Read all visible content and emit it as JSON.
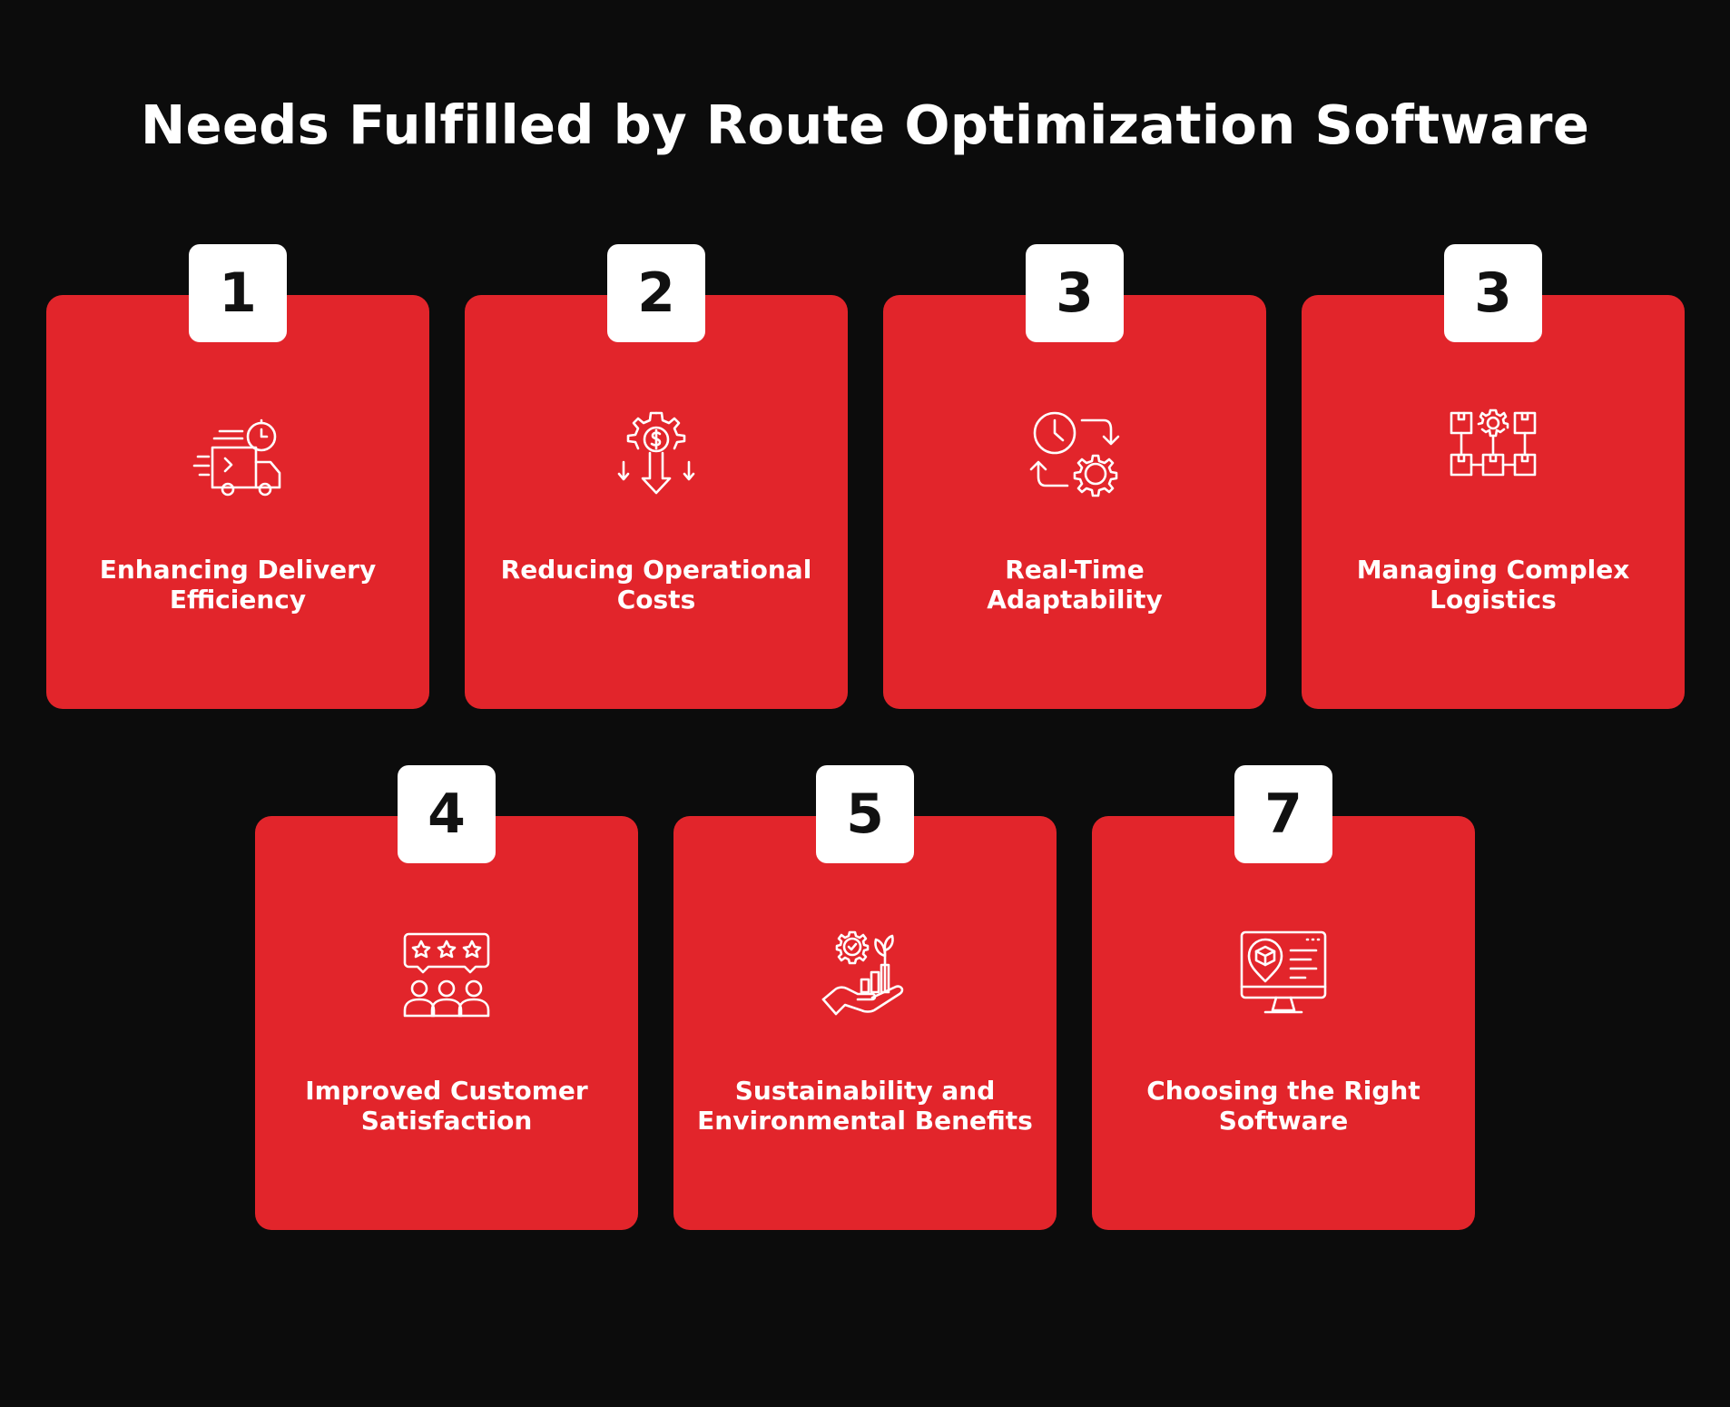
{
  "page": {
    "title": "Needs Fulfilled by Route Optimization Software"
  },
  "colors": {
    "background": "#0c0c0c",
    "card": "#e2252b",
    "badge": "#ffffff",
    "text": "#ffffff",
    "badge_text": "#111111"
  },
  "cards": [
    {
      "number": "1",
      "line1": "Enhancing Delivery",
      "line2": "Efficiency",
      "icon": "delivery-truck-clock-icon"
    },
    {
      "number": "2",
      "line1": "Reducing Operational",
      "line2": "Costs",
      "icon": "gear-dollar-down-icon"
    },
    {
      "number": "3",
      "line1": "Real-Time",
      "line2": "Adaptability",
      "icon": "clock-gear-cycle-icon"
    },
    {
      "number": "3",
      "line1": "Managing Complex",
      "line2": "Logistics",
      "icon": "logistics-network-icon"
    },
    {
      "number": "4",
      "line1": "Improved Customer",
      "line2": "Satisfaction",
      "icon": "customer-rating-icon"
    },
    {
      "number": "5",
      "line1": "Sustainability and",
      "line2": "Environmental Benefits",
      "icon": "hand-growth-icon"
    },
    {
      "number": "7",
      "line1": "Choosing the Right",
      "line2": "Software",
      "icon": "monitor-package-location-icon"
    }
  ]
}
